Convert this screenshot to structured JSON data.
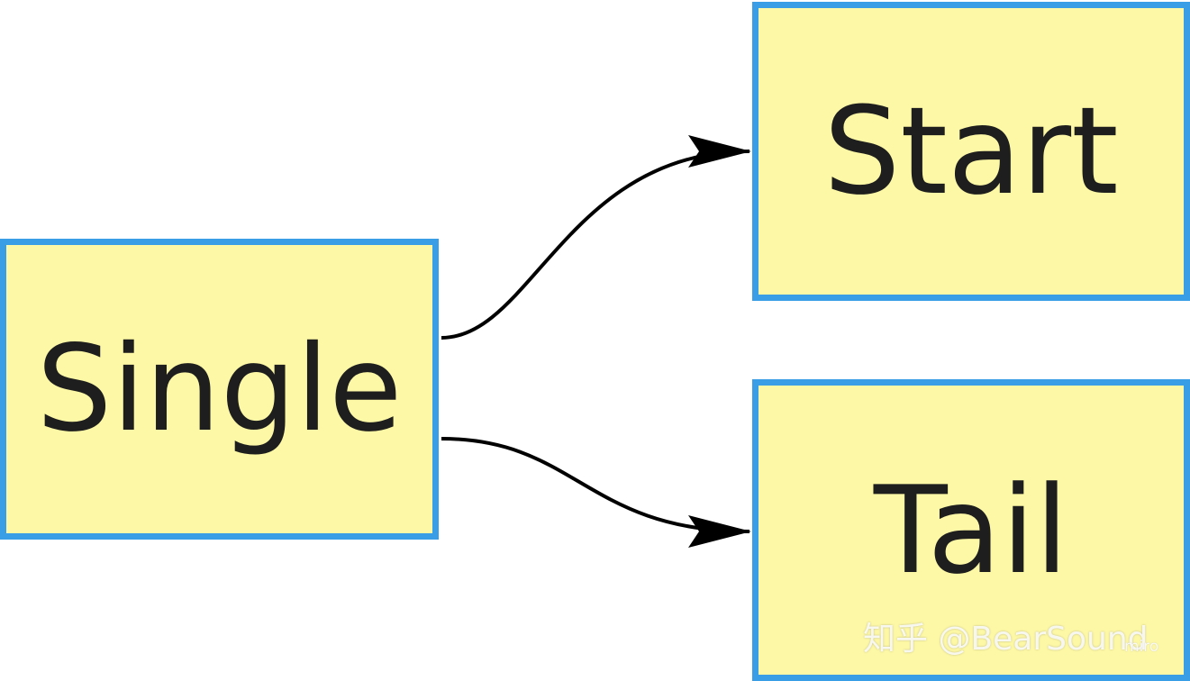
{
  "nodes": {
    "single": {
      "label": "Single"
    },
    "start": {
      "label": "Start"
    },
    "tail": {
      "label": "Tail"
    }
  },
  "edges": [
    {
      "from": "Single",
      "to": "Start"
    },
    {
      "from": "Single",
      "to": "Tail"
    }
  ],
  "colors": {
    "node_fill": "#fdf8a5",
    "node_border": "#3a9ee6",
    "text": "#1e1e1e",
    "edge": "#000000"
  },
  "watermark": {
    "text": "知乎 @BearSound",
    "sub": "miro"
  }
}
